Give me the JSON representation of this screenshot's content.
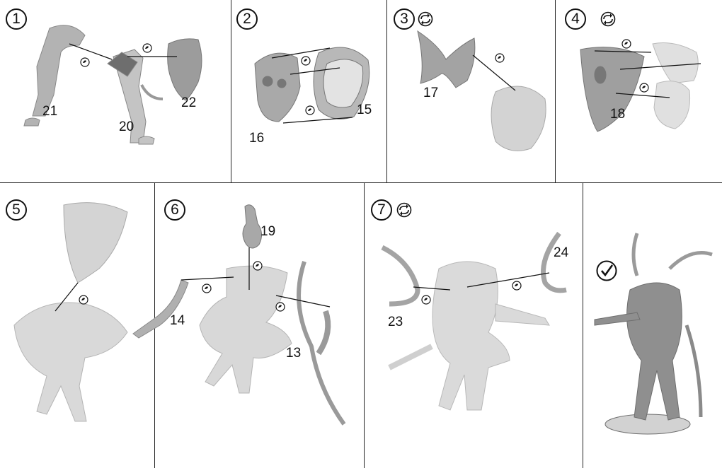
{
  "steps": [
    {
      "number": "1",
      "parts": [
        "21",
        "20",
        "22"
      ],
      "rotate": false
    },
    {
      "number": "2",
      "parts": [
        "16",
        "15"
      ],
      "rotate": false
    },
    {
      "number": "3",
      "parts": [
        "17"
      ],
      "rotate": true
    },
    {
      "number": "4",
      "parts": [
        "18"
      ],
      "rotate": true
    },
    {
      "number": "5",
      "parts": [],
      "rotate": false
    },
    {
      "number": "6",
      "parts": [
        "19",
        "14",
        "13"
      ],
      "rotate": false
    },
    {
      "number": "7",
      "parts": [
        "24",
        "23"
      ],
      "rotate": true
    }
  ],
  "final": {
    "icon": "checkmark-icon"
  },
  "icons": {
    "glue": "glue-drop-icon",
    "rotate": "rotate-icon"
  },
  "colors": {
    "part_light": "#c9c9c9",
    "part_mid": "#a8a8a8",
    "part_dark": "#7c7c7c",
    "line": "#111111"
  }
}
